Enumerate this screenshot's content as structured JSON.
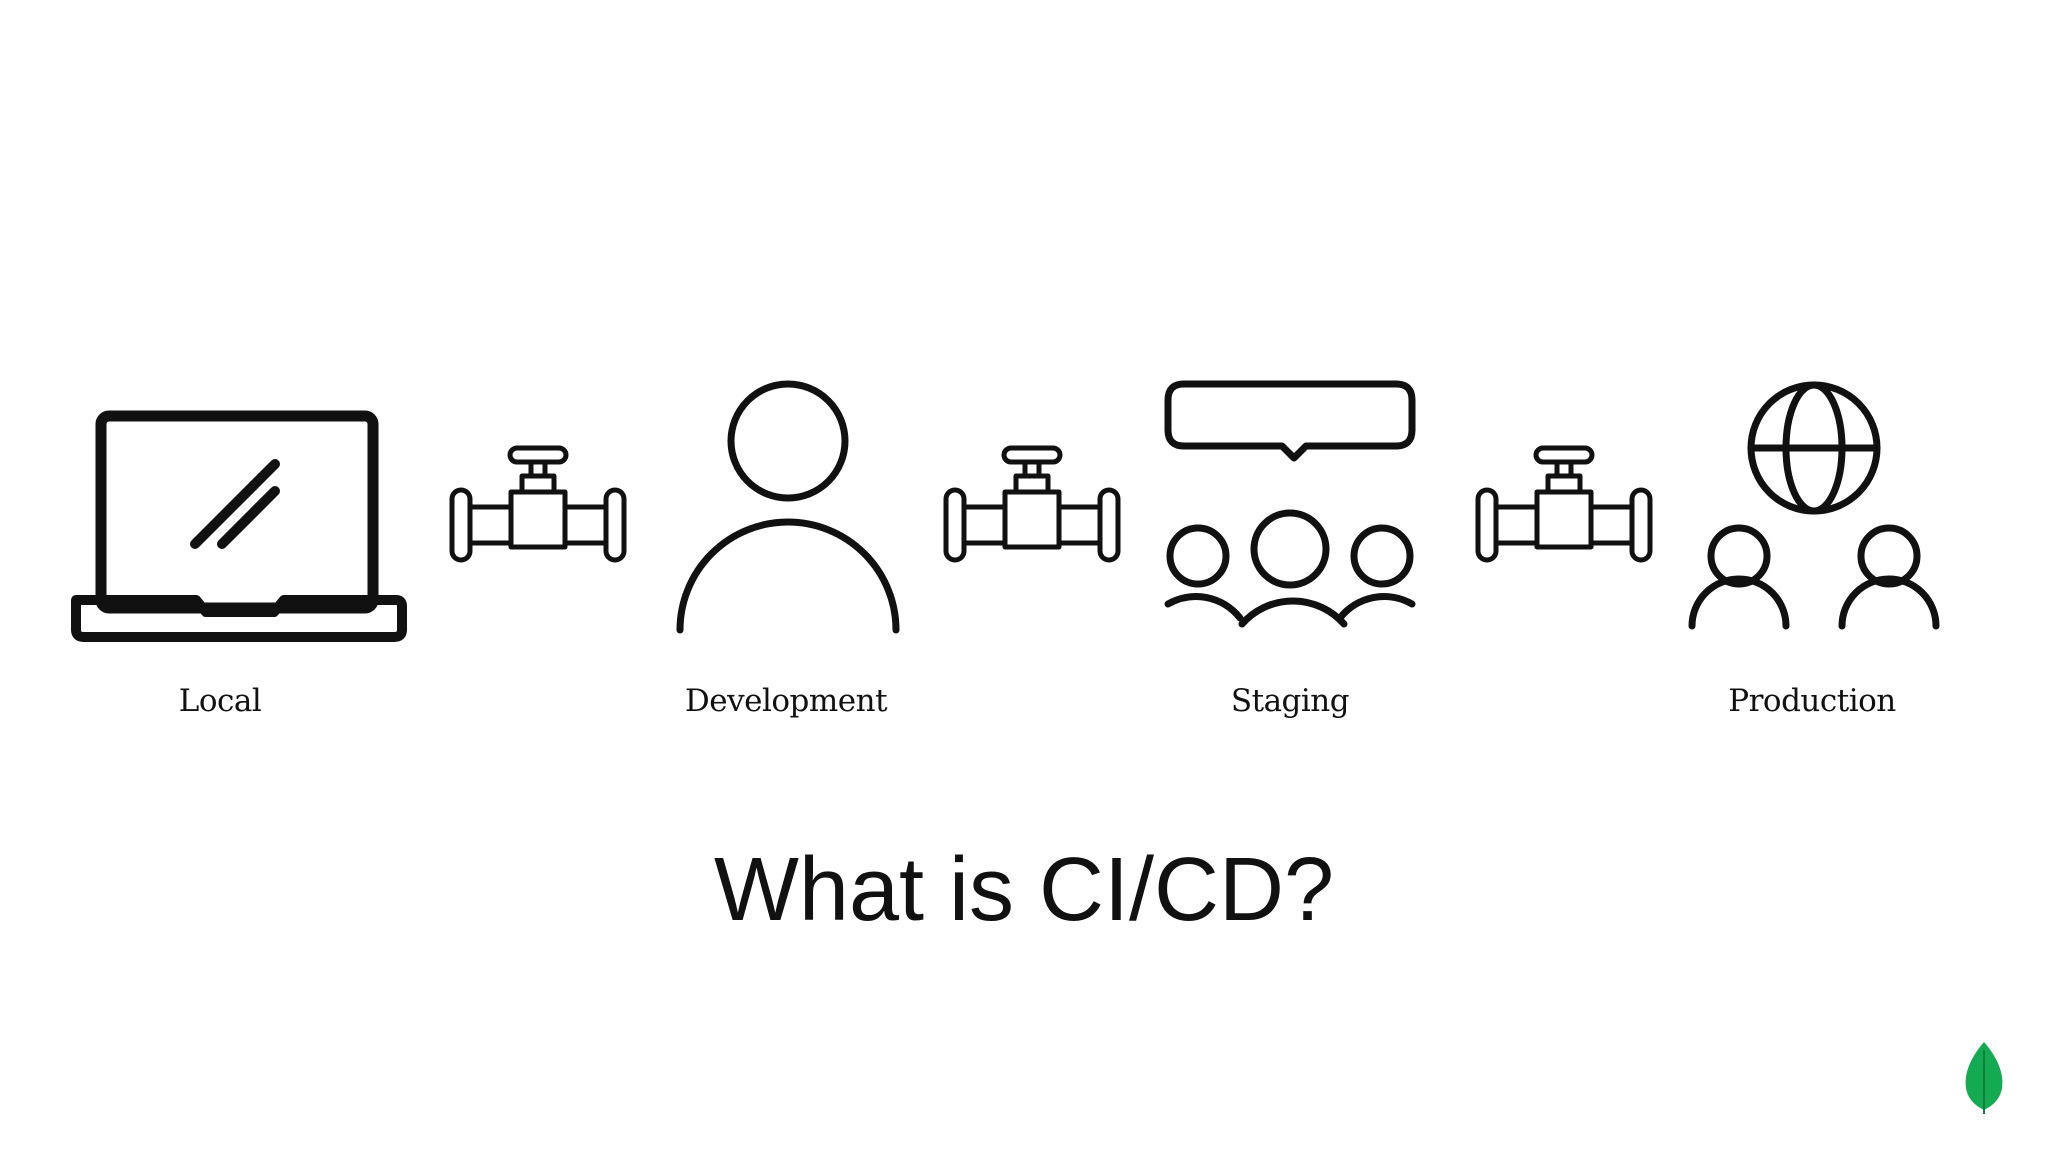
{
  "slide": {
    "title": "What is CI/CD?"
  },
  "stages": [
    {
      "label": "Local",
      "icon": "laptop-icon"
    },
    {
      "label": "Development",
      "icon": "person-icon"
    },
    {
      "label": "Staging",
      "icon": "group-speech-bubble-icon"
    },
    {
      "label": "Production",
      "icon": "globe-users-icon"
    }
  ],
  "connectors": [
    {
      "icon": "pipe-valve-icon"
    },
    {
      "icon": "pipe-valve-icon"
    },
    {
      "icon": "pipe-valve-icon"
    }
  ],
  "brand": {
    "logo_icon": "leaf-logo-icon",
    "logo_color": "#13AA52",
    "stroke_color": "#111111"
  }
}
